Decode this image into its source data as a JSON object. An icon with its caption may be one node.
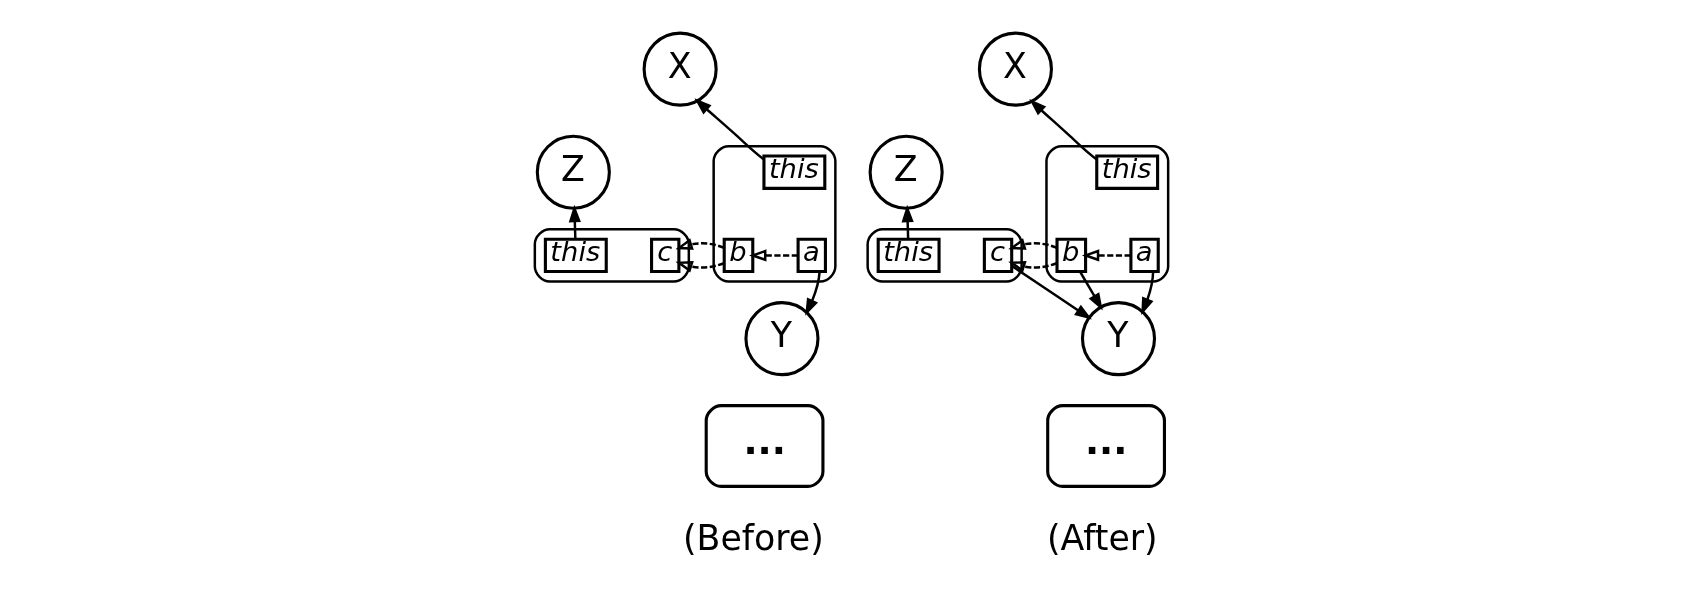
{
  "diagram": {
    "nodes": [
      {
        "text": [
          "X"
        ]
      },
      {
        "text": [],
        "shape": "box"
      },
      {
        "text": [
          "this"
        ],
        "in": 1
      },
      {
        "text": [
          "a"
        ],
        "in": 1
      },
      {
        "text": [
          "b"
        ],
        "in": 1
      },
      {
        "text": [
          "Z"
        ]
      },
      {
        "text": [],
        "shape": "box"
      },
      {
        "text": [
          "c"
        ],
        "in": 6
      },
      {
        "text": [
          "this"
        ],
        "in": 6
      },
      {
        "text": [
          "Y"
        ]
      },
      {
        "text": [
          "..."
        ]
      },
      {
        "text": [
          "X"
        ]
      },
      {
        "text": [],
        "shape": "box"
      },
      {
        "text": [
          "this"
        ],
        "in": 12
      },
      {
        "text": [
          "a"
        ],
        "in": 12
      },
      {
        "text": [
          "b"
        ],
        "in": 12
      },
      {
        "text": [
          "Z"
        ]
      },
      {
        "text": [],
        "shape": "box"
      },
      {
        "text": [
          "c"
        ],
        "in": 17
      },
      {
        "text": [
          "this"
        ],
        "in": 17
      },
      {
        "text": [
          "Y"
        ]
      },
      {
        "text": [
          "..."
        ]
      }
    ],
    "edges": [
      {
        "from": 2,
        "to": 0,
        "arrow": "to"
      },
      {
        "from": 3,
        "to": 4,
        "arrow": "to",
        "style": "dashed"
      },
      {
        "from": 4,
        "to": 7,
        "arrow": "to",
        "style": "dashed"
      },
      {
        "from": 3,
        "to": 9,
        "arrow": "to"
      },
      {
        "from": 8,
        "to": 5,
        "arrow": "to"
      },
      {
        "from": 13,
        "to": 11,
        "arrow": "to"
      },
      {
        "from": 14,
        "to": 15,
        "arrow": "to",
        "style": "dashed"
      },
      {
        "from": 15,
        "to": 18,
        "arrow": "to",
        "style": "dashed"
      },
      {
        "from": 14,
        "to": 20,
        "arrow": "to"
      },
      {
        "from": 15,
        "to": 20,
        "arrow": "to"
      },
      {
        "from": 18,
        "to": 20,
        "arrow": "to"
      },
      {
        "from": 19,
        "to": 16,
        "arrow": "to"
      }
    ],
    "labels": [
      "(Before)",
      "(After)"
    ]
  }
}
